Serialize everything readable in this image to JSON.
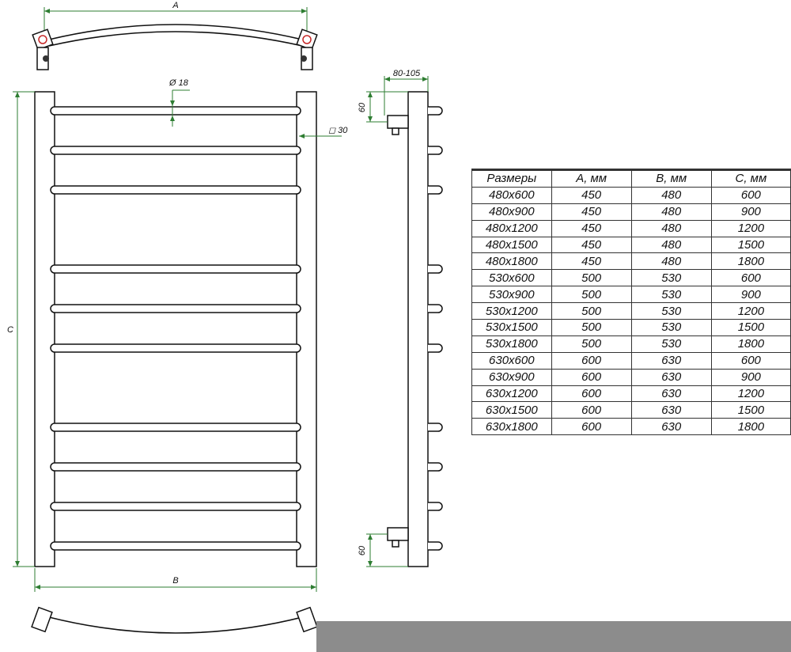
{
  "dimensions": {
    "a": "A",
    "b": "B",
    "c": "C",
    "tube_diameter": "Ø 18",
    "rail_section": "◻ 30",
    "wall_offset": "80-105",
    "connector_top": "60",
    "connector_bottom": "60"
  },
  "sizes_table": {
    "headers": [
      "Размеры",
      "A, мм",
      "B, мм",
      "C, мм"
    ],
    "rows": [
      [
        "480x600",
        "450",
        "480",
        "600"
      ],
      [
        "480x900",
        "450",
        "480",
        "900"
      ],
      [
        "480x1200",
        "450",
        "480",
        "1200"
      ],
      [
        "480x1500",
        "450",
        "480",
        "1500"
      ],
      [
        "480x1800",
        "450",
        "480",
        "1800"
      ],
      [
        "530x600",
        "500",
        "530",
        "600"
      ],
      [
        "530x900",
        "500",
        "530",
        "900"
      ],
      [
        "530x1200",
        "500",
        "530",
        "1200"
      ],
      [
        "530x1500",
        "500",
        "530",
        "1500"
      ],
      [
        "530x1800",
        "500",
        "530",
        "1800"
      ],
      [
        "630x600",
        "600",
        "630",
        "600"
      ],
      [
        "630x900",
        "600",
        "630",
        "900"
      ],
      [
        "630x1200",
        "600",
        "630",
        "1200"
      ],
      [
        "630x1500",
        "600",
        "630",
        "1500"
      ],
      [
        "630x1800",
        "600",
        "630",
        "1800"
      ]
    ]
  },
  "colors": {
    "dimension_line": "#2e7d32",
    "ink": "#111111",
    "fitting_red": "#c62828",
    "footer_bar": "#8c8c8c"
  }
}
